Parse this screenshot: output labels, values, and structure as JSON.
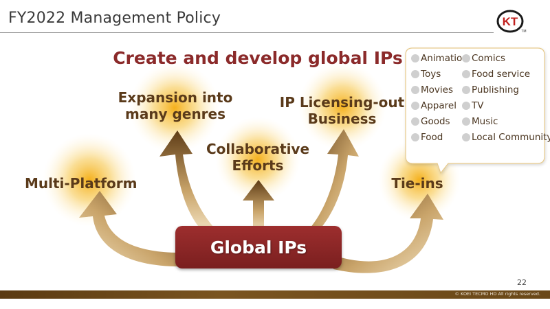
{
  "slide": {
    "title": "FY2022 Management Policy",
    "logo_text": "KT",
    "logo_tm": "TM",
    "page_number": "22",
    "copyright": "© KOEI TECMO HD All rights reserved."
  },
  "headline": "Create and develop global IPs",
  "hub": {
    "label": "Global IPs"
  },
  "nodes": {
    "multi_platform": "Multi-Platform",
    "genres_line1": "Expansion into",
    "genres_line2": "many genres",
    "collab_line1": "Collaborative",
    "collab_line2": "Efforts",
    "licensing_line1": "IP Licensing-out",
    "licensing_line2": "Business",
    "tie_ins": "Tie-ins"
  },
  "tie_in_categories": {
    "col1": [
      "Animation",
      "Toys",
      "Movies",
      "Apparel",
      "Goods",
      "Food"
    ],
    "col2": [
      "Comics",
      "Food service",
      "Publishing",
      "TV",
      "Music",
      "Local Community"
    ]
  },
  "colors": {
    "title_red": "#8b2a2a",
    "hub_red": "#8b2424",
    "label_brown": "#5a3a1a",
    "arrow_dark": "#5e3c16",
    "arrow_light": "#f3e3c2",
    "glow": "#f5b51e",
    "footer_brown": "#6a4818",
    "callout_border": "#e6c98a"
  }
}
